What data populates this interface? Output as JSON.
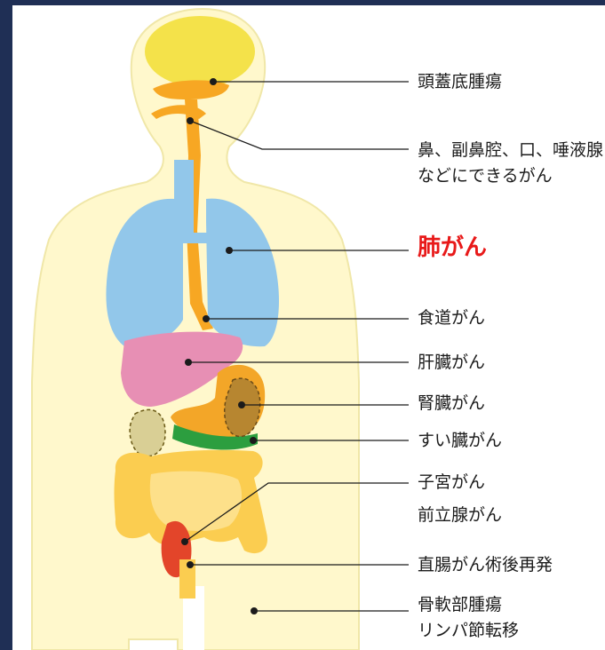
{
  "labels": {
    "skull_base": "頭蓋底腫瘍",
    "nasal_l1": "鼻、副鼻腔、口、唾液腺",
    "nasal_l2": "などにできるがん",
    "lung": "肺がん",
    "esophagus": "食道がん",
    "liver": "肝臓がん",
    "kidney": "腎臓がん",
    "pancreas": "すい臓がん",
    "uterus": "子宮がん",
    "prostate": "前立腺がん",
    "rectum": "直腸がん術後再発",
    "bone_l1": "骨軟部腫瘍",
    "bone_l2": "リンパ節転移"
  },
  "colors": {
    "body": "#fff8cc",
    "body_outline": "#f2eab0",
    "brain": "#f4e24a",
    "airway": "#f7a723",
    "lung": "#92c7ea",
    "liver": "#e78fb4",
    "stomach": "#f3a628",
    "kidney": "#b78630",
    "pancreas": "#2c9e3f",
    "intestine": "#fbcd50",
    "rectum": "#e3452a",
    "highlight": "#e81919",
    "frame": "#1f2f55"
  }
}
